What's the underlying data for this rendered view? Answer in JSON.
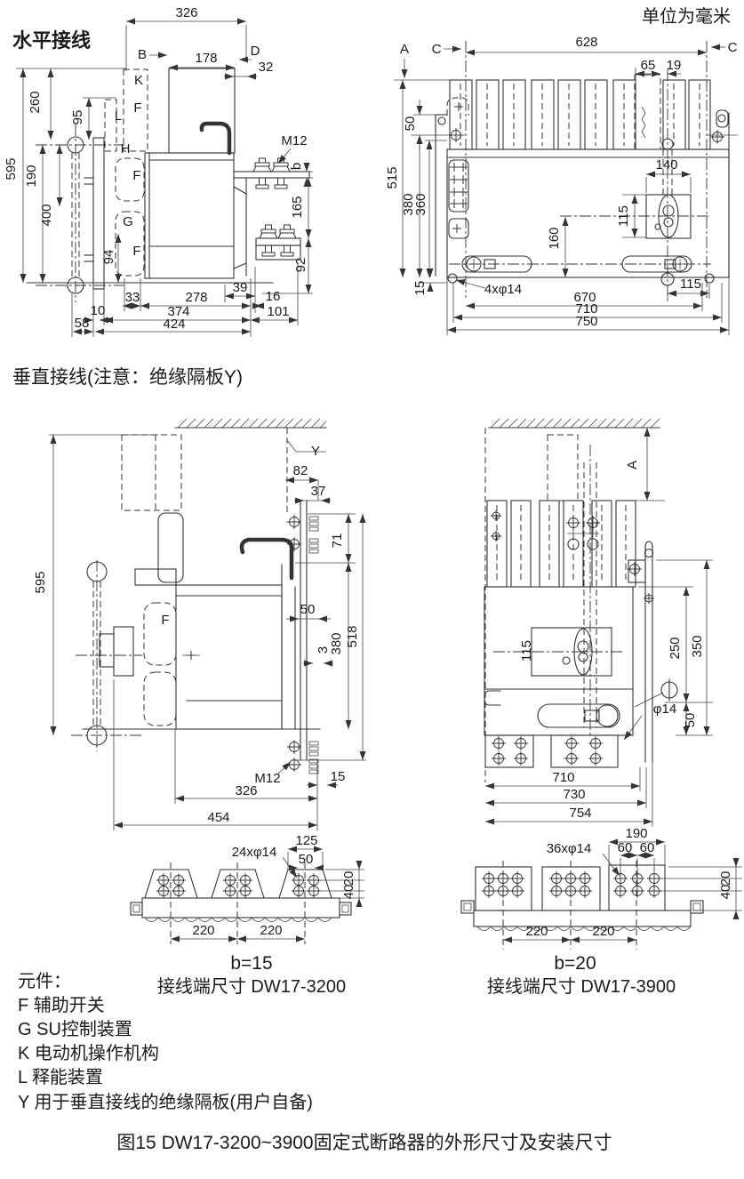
{
  "page": {
    "unit_note": "单位为毫米",
    "caption": "图15 DW17-3200~3900固定式断路器的外形尺寸及安装尺寸"
  },
  "legend": {
    "title": "元件：",
    "items": [
      "F 辅助开关",
      "G SU控制装置",
      "K 电动机操作机构",
      "L 释能装置",
      "Y 用于垂直接线的绝缘隔板(用户自备)"
    ]
  },
  "h": {
    "title": "水平接线",
    "side": {
      "d326": "326",
      "lB": "B",
      "d178": "178",
      "lD": "D",
      "d32": "32",
      "lK": "K",
      "d260": "260",
      "d95": "95",
      "lL": "L",
      "lF1": "F",
      "d595": "595",
      "d190": "190",
      "d400": "400",
      "lH": "H",
      "lF2": "F",
      "lG": "G",
      "d94": "94",
      "lF3": "F",
      "m12": "M12",
      "lb": "b",
      "d165": "165",
      "d92": "92",
      "d39": "39",
      "d33": "33",
      "d278": "278",
      "d16": "16",
      "d374": "374",
      "d101": "101",
      "d10": "10",
      "d424": "424",
      "d58": "58"
    },
    "front": {
      "lA": "A",
      "lC1": "C",
      "lC2": "C",
      "d628": "628",
      "d65": "65",
      "d19": "19",
      "d50": "50",
      "d515": "515",
      "d380": "380",
      "d360": "360",
      "d140": "140",
      "d115": "115",
      "d160": "160",
      "d15": "15",
      "holes": "4xφ14",
      "d115b": "115",
      "d670": "670",
      "d710": "710",
      "d750": "750"
    }
  },
  "v": {
    "title": "垂直接线(注意：绝缘隔板Y)",
    "side": {
      "d595": "595",
      "lY": "Y",
      "d82": "82",
      "d37": "37",
      "d71": "71",
      "lF": "F",
      "d50": "50",
      "d3": "3",
      "d380": "380",
      "d518": "518",
      "m12": "M12",
      "d15": "15",
      "d326": "326",
      "d454": "454"
    },
    "front": {
      "lA": "A",
      "d115": "115",
      "d250": "250",
      "d350": "350",
      "holes": "φ14",
      "d50": "50",
      "d710": "710",
      "d730": "730",
      "d754": "754"
    }
  },
  "t1": {
    "d125": "125",
    "holes": "24xφ14",
    "d50": "50",
    "d20": "20",
    "d40": "40",
    "d220a": "220",
    "d220b": "220",
    "b": "b=15",
    "label": "接线端尺寸 DW17-3200"
  },
  "t2": {
    "d190": "190",
    "holes": "36xφ14",
    "d60a": "60",
    "d60b": "60",
    "d20": "20",
    "d40": "40",
    "d220a": "220",
    "d220b": "220",
    "b": "b=20",
    "label": "接线端尺寸 DW17-3900"
  }
}
